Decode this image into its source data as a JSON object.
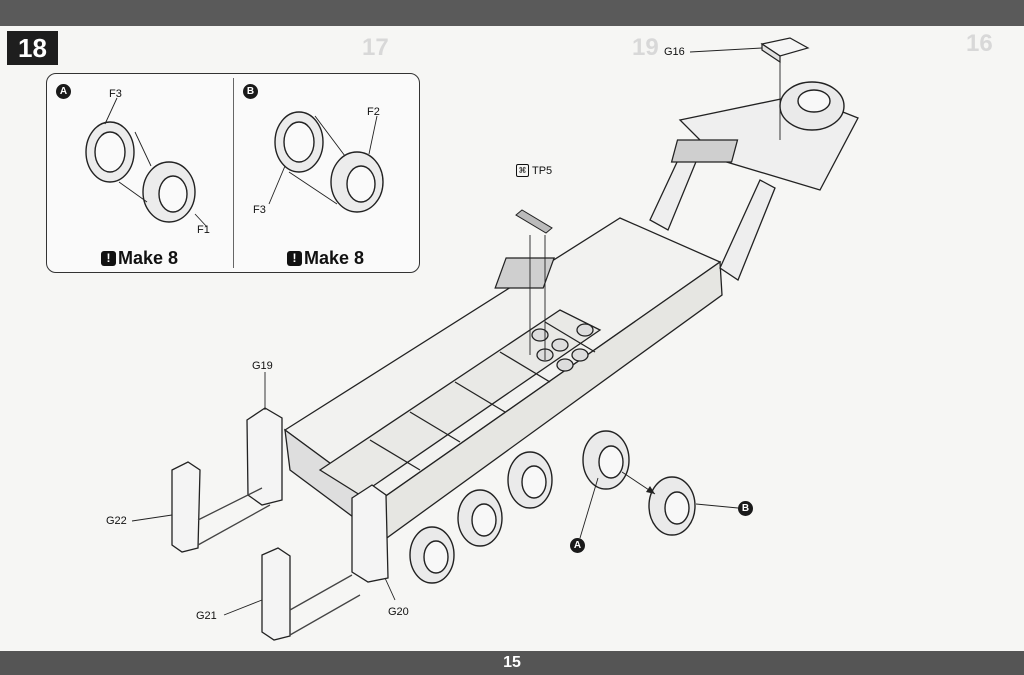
{
  "step": {
    "number": "18"
  },
  "ghost_steps": [
    "17",
    "19",
    "16"
  ],
  "inset_a": {
    "marker": "A",
    "parts": {
      "f3": "F3",
      "f1": "F1"
    },
    "make_label": "Make 8"
  },
  "inset_b": {
    "marker": "B",
    "parts": {
      "f2": "F2",
      "f3": "F3"
    },
    "make_label": "Make 8"
  },
  "parts": {
    "g16": "G16",
    "tp5": "TP5",
    "g19": "G19",
    "g22": "G22",
    "g21": "G21",
    "g20": "G20"
  },
  "callouts": {
    "a": "A",
    "b": "B"
  },
  "page_number": "15",
  "icons": {
    "warning": "warning-icon",
    "tape": "tape-icon"
  }
}
